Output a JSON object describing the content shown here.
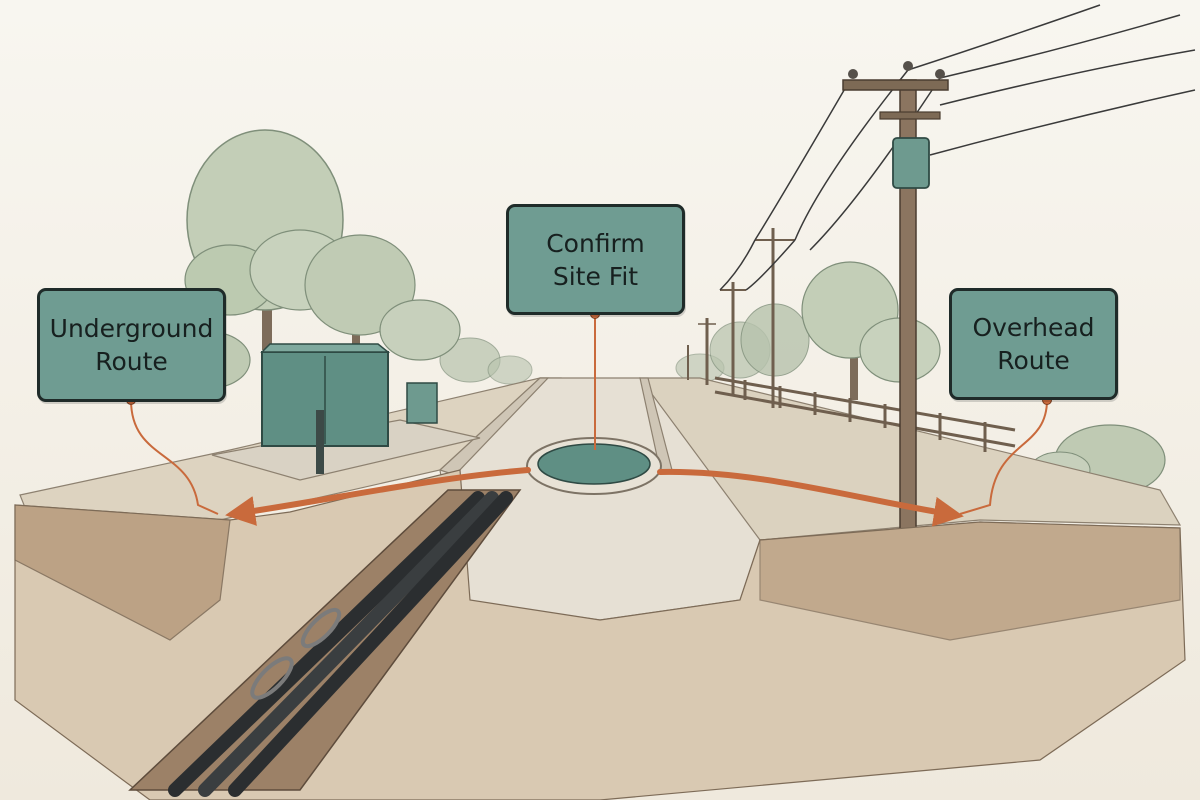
{
  "callouts": {
    "underground": {
      "line1": "Underground",
      "line2": "Route"
    },
    "center": {
      "line1": "Confirm",
      "line2": "Site Fit"
    },
    "overhead": {
      "line1": "Overhead",
      "line2": "Route"
    }
  },
  "colors": {
    "callout_fill": "#6f9c92",
    "callout_border": "#1f2b29",
    "route_arrow": "#c96a3c",
    "enclosure": "#5f8f84",
    "soil": "#b89c7e",
    "background": "#f6f3ec"
  }
}
